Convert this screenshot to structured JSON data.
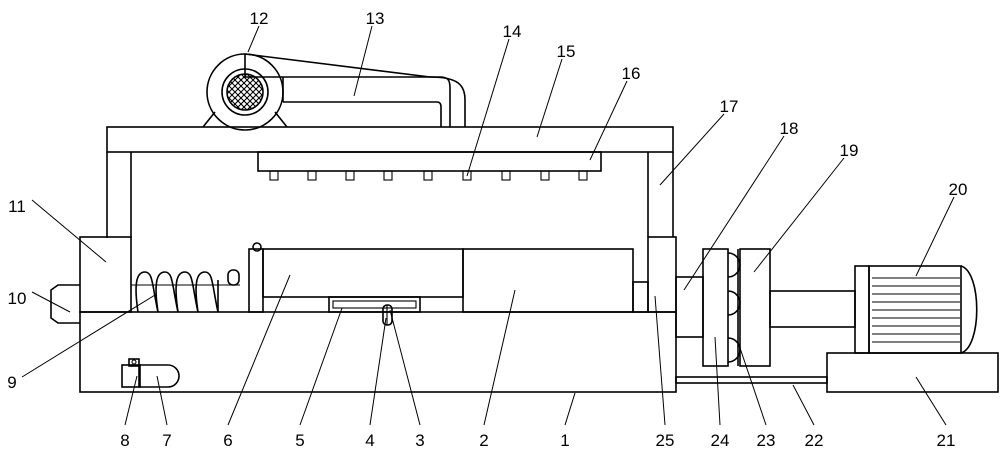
{
  "labels": [
    "1",
    "2",
    "3",
    "4",
    "5",
    "6",
    "7",
    "8",
    "9",
    "10",
    "11",
    "12",
    "13",
    "14",
    "15",
    "16",
    "17",
    "18",
    "19",
    "20",
    "21",
    "22",
    "23",
    "24",
    "25"
  ]
}
